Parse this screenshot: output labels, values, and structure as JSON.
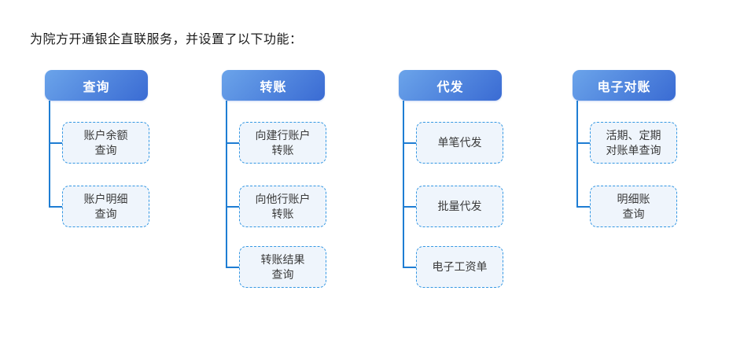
{
  "title": "为院方开通银企直联服务，并设置了以下功能：",
  "colors": {
    "header_gradient_start": "#6ba4ea",
    "header_gradient_end": "#3a6bd3",
    "header_text": "#ffffff",
    "child_bg": "#eff5fc",
    "child_border": "#3598e3",
    "child_text": "#3a3a3a",
    "connector": "#1e7dd3",
    "title_text": "#1a1a1a"
  },
  "columns": [
    {
      "header": "查询",
      "children": [
        {
          "label": "账户余额\n查询"
        },
        {
          "label": "账户明细\n查询"
        }
      ]
    },
    {
      "header": "转账",
      "children": [
        {
          "label": "向建行账户\n转账"
        },
        {
          "label": "向他行账户\n转账"
        },
        {
          "label": "转账结果\n查询"
        }
      ]
    },
    {
      "header": "代发",
      "children": [
        {
          "label": "单笔代发"
        },
        {
          "label": "批量代发"
        },
        {
          "label": "电子工资单"
        }
      ]
    },
    {
      "header": "电子对账",
      "children": [
        {
          "label": "活期、定期\n对账单查询"
        },
        {
          "label": "明细账\n查询"
        }
      ]
    }
  ]
}
